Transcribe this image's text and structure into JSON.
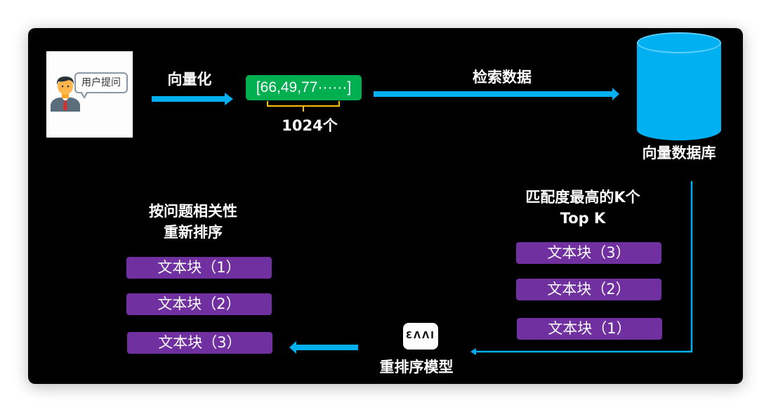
{
  "user": {
    "bubble_text": "用户提问",
    "icon": "user-avatar-icon"
  },
  "steps": {
    "vectorize_label": "向量化",
    "vector_value": "[66,49,77······]",
    "dimension_label": "1024个",
    "retrieve_label": "检索数据",
    "vector_db_label": "向量数据库",
    "topk_title_line1": "匹配度最高的K个",
    "topk_title_line2": "Top K",
    "rerank_model_label": "重排序模型",
    "rerank_logo_text": "BAAI",
    "rerank_logo_display": "ƐΛΛI",
    "reordered_title_line1": "按问题相关性",
    "reordered_title_line2": "重新排序"
  },
  "topk_chunks": [
    "文本块（3）",
    "文本块（2）",
    "文本块（1）"
  ],
  "reranked_chunks": [
    "文本块（1）",
    "文本块（2）",
    "文本块（3）"
  ],
  "colors": {
    "background": "#000000",
    "arrow": "#00b0f0",
    "vector_box": "#00b050",
    "chunk": "#7030a0",
    "brace": "#ffc000",
    "database": "#00b0f0"
  }
}
